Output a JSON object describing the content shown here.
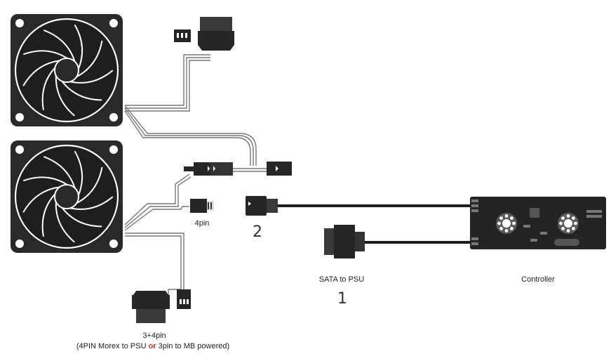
{
  "labels": {
    "pin4": "4pin",
    "num2": "2",
    "sata": "SATA to PSU",
    "num1": "1",
    "controller": "Controller",
    "pin34": "3+4pin",
    "note_prefix": "(4PIN Morex to PSU ",
    "note_or": "or",
    "note_suffix": " 3pin to MB powered)"
  },
  "colors": {
    "body": "#262626",
    "cable": "#1e1e1e",
    "wire": "#777777",
    "accent_or": "#d62a1e"
  },
  "icons": [
    "fan-icon",
    "molex-connector-icon",
    "3pin-connector-icon",
    "4pin-connector-icon",
    "sata-connector-icon",
    "controller-board-icon"
  ]
}
